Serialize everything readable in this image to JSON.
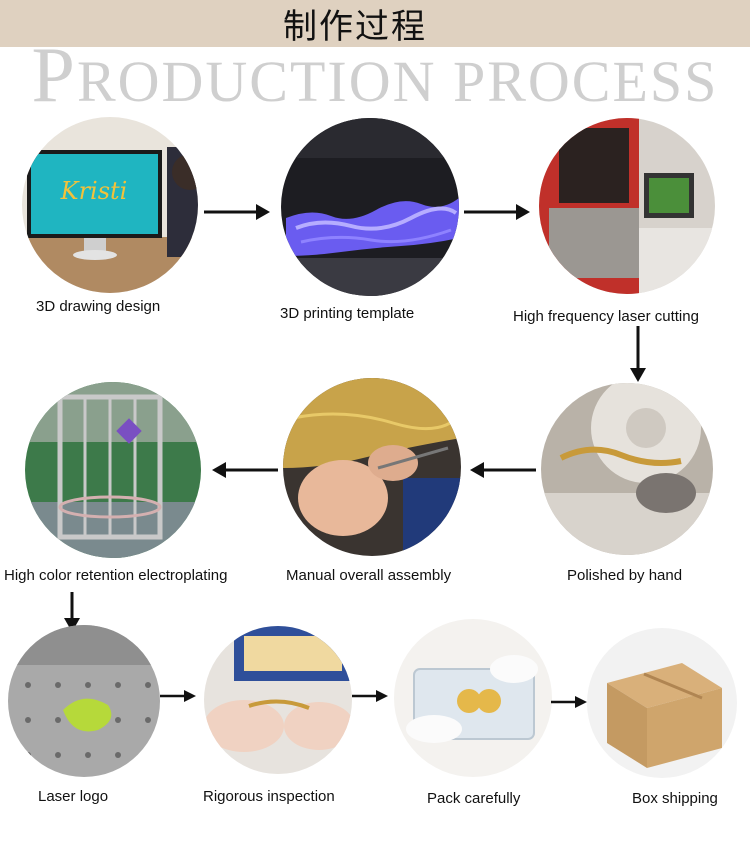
{
  "header": {
    "title_cn": "制作过程",
    "title_en_first": "P",
    "title_en_rest": "RODUCTION PROCESS"
  },
  "steps": [
    {
      "label": "3D drawing design"
    },
    {
      "label": "3D printing template"
    },
    {
      "label": "High frequency laser cutting"
    },
    {
      "label": "Polished by hand"
    },
    {
      "label": "Manual overall assembly"
    },
    {
      "label": "High color retention electroplating"
    },
    {
      "label": "Laser logo"
    },
    {
      "label": "Rigorous inspection"
    },
    {
      "label": "Pack carefully"
    },
    {
      "label": "Box shipping"
    }
  ],
  "monitor_text": "Kristi",
  "colors": {
    "header_bg": "#dfd1c0",
    "watermark": "#cfcfcf",
    "arrow": "#111111"
  }
}
